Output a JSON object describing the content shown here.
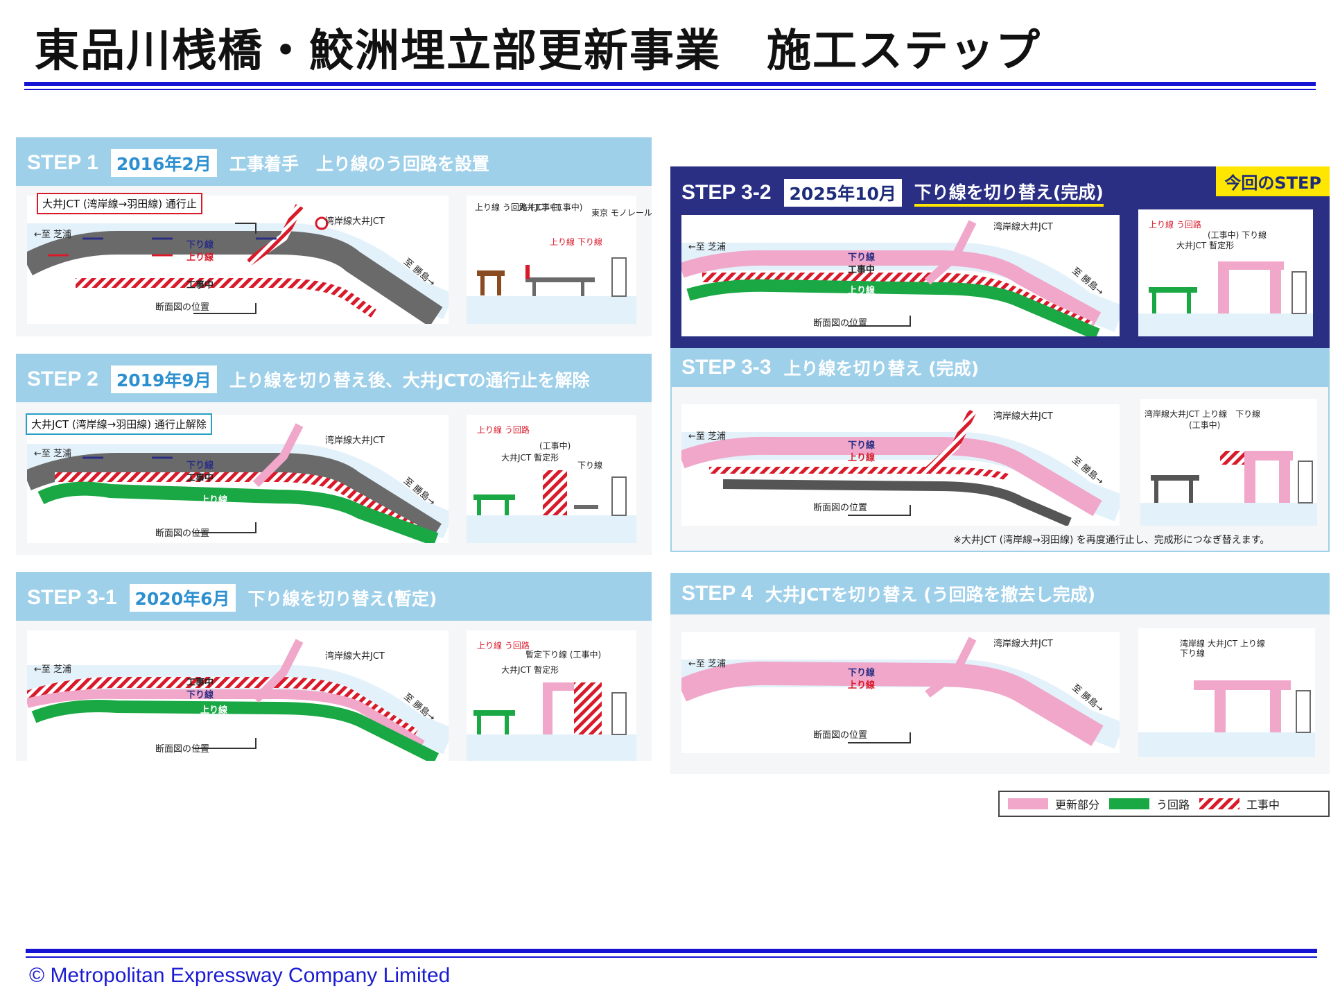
{
  "page": {
    "title": "東品川桟橋・鮫洲埋立部更新事業　施工ステップ",
    "footer": "© Metropolitan Expressway Company Limited"
  },
  "colors": {
    "brand_blue": "#1414d2",
    "header_blue": "#9fd0ea",
    "navy": "#2a2f84",
    "renewal_pink": "#f0a7c9",
    "detour_green": "#1aa845",
    "construction_red": "#d91a2a",
    "existing_grey": "#6a6a6a"
  },
  "common": {
    "shibaura": "←至 芝浦",
    "katsushima": "至 勝島→",
    "wangan_jct": "湾岸線大井JCT",
    "down_line": "下り線",
    "up_line": "上り線",
    "under_construction": "工事中",
    "section_pos": "断面図の位置"
  },
  "steps": [
    {
      "id": "step1",
      "label": "STEP 1",
      "date": "2016年2月",
      "text": "工事着手　上り線のう回路を設置",
      "callout": "大井JCT (湾岸線→羽田線) 通行止",
      "section_labels": [
        "上り線 う回路 (工事中)",
        "大井JCT (工事中)",
        "東京 モノレール",
        "上り線 下り線"
      ]
    },
    {
      "id": "step2",
      "label": "STEP 2",
      "date": "2019年9月",
      "text": "上り線を切り替え後、大井JCTの通行止を解除",
      "callout": "大井JCT (湾岸線→羽田線) 通行止解除",
      "section_labels": [
        "上り線 う回路",
        "(工事中)",
        "大井JCT 暫定形",
        "下り線"
      ]
    },
    {
      "id": "step31",
      "label": "STEP 3-1",
      "date": "2020年6月",
      "text": "下り線を切り替え(暫定)",
      "section_labels": [
        "上り線 う回路",
        "暫定下り線 (工事中)",
        "大井JCT 暫定形"
      ]
    },
    {
      "id": "step32",
      "label": "STEP 3-2",
      "date": "2025年10月",
      "text": "下り線を切り替え(完成)",
      "badge": "今回のSTEP",
      "section_labels": [
        "上り線 う回路",
        "(工事中) 下り線",
        "大井JCT 暫定形"
      ]
    },
    {
      "id": "step33",
      "label": "STEP 3-3",
      "text": "上り線を切り替え (完成)",
      "section_labels": [
        "湾岸線大井JCT 上り線　下り線",
        "(工事中)"
      ],
      "note": "※大井JCT (湾岸線→羽田線) を再度通行止し、完成形につなぎ替えます。"
    },
    {
      "id": "step4",
      "label": "STEP 4",
      "text": "大井JCTを切り替え (う回路を撤去し完成)",
      "section_labels": [
        "湾岸線 大井JCT 上り線 下り線"
      ]
    }
  ],
  "legend": [
    {
      "label": "更新部分",
      "color": "#f0a7c9"
    },
    {
      "label": "う回路",
      "color": "#1aa845"
    },
    {
      "label": "工事中",
      "color": "#d91a2a"
    }
  ]
}
